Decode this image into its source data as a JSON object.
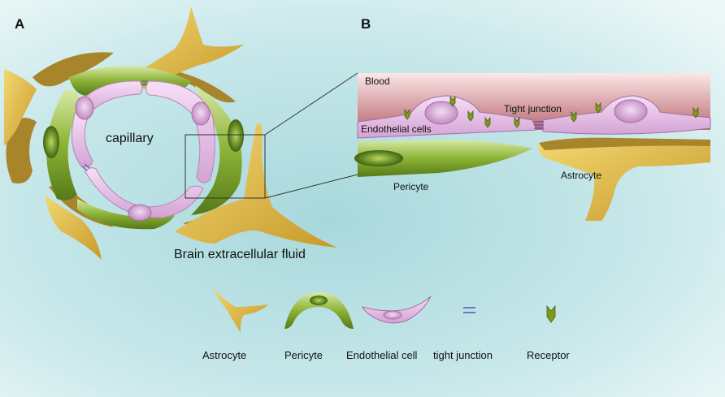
{
  "panels": {
    "a": "A",
    "b": "B"
  },
  "panel_a": {
    "capillary": "capillary",
    "fluid": "Brain extracellular fluid"
  },
  "panel_b": {
    "blood": "Blood",
    "tight_junction": "Tight junction",
    "endothelial": "Endothelial cells",
    "pericyte": "Pericyte",
    "astrocyte": "Astrocyte"
  },
  "legend": {
    "astrocyte": "Astrocyte",
    "pericyte": "Pericyte",
    "endothelial": "Endothelial cell",
    "tight_junction": "tight junction",
    "receptor": "Receptor"
  },
  "colors": {
    "astrocyte": "#e8c34a",
    "pericyte": "#8cb236",
    "endothelial": "#e2b8e2",
    "blood": "#c97b82"
  }
}
